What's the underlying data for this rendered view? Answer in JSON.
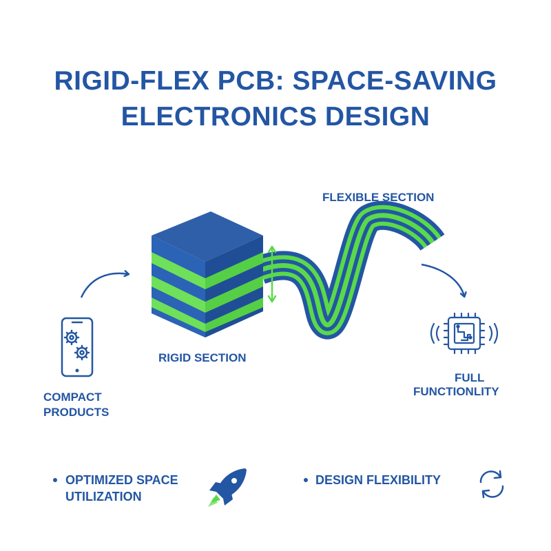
{
  "title": {
    "line1": "RIGID-FLEX PCB: SPACE-SAVING",
    "line2": "ELECTRONICS DESIGN"
  },
  "labels": {
    "flexible_section": "FLEXIBLE SECTION",
    "rigid_section": "RIGID SECTION",
    "compact_products_1": "COMPACT",
    "compact_products_2": "PRODUCTS",
    "full_functionality_1": "FULL",
    "full_functionality_2": "FUNCTIONLITY"
  },
  "bullets": [
    {
      "line1": "OPTIMIZED SPACE",
      "line2": "UTILIZATION",
      "icon": "rocket-icon"
    },
    {
      "line1": "DESIGN FLEXIBILITY",
      "icon": "refresh-icon"
    }
  ],
  "colors": {
    "primary_blue": "#2356a3",
    "accent_green": "#5ad94a",
    "text": "#2356a3"
  }
}
